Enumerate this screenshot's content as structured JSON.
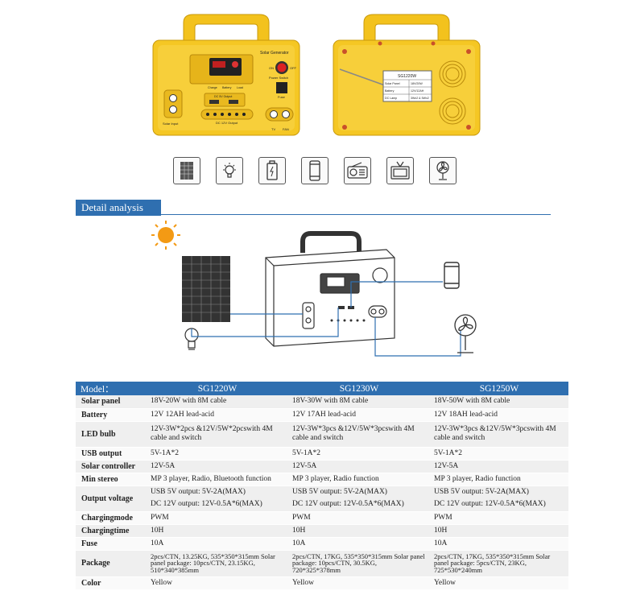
{
  "front_unit": {
    "brand_label": "Solar Generator",
    "power_switch_label": "Power Switch",
    "on_label": "ON",
    "off_label": "OFF",
    "fuse_label": "Fuse",
    "usb_label": "DC 5V Output",
    "dc_label": "DC 12V Output",
    "solar_input_label": "Solar Input",
    "tv_label": "TV",
    "fan_label": "FAN",
    "indicator_labels": [
      "Charge",
      "Battery",
      "Load"
    ]
  },
  "back_unit": {
    "plate_title": "SG1220W",
    "plate_rows": [
      [
        "Solar Panel",
        "18V/20W"
      ],
      [
        "Battery",
        "12V/12AH"
      ],
      [
        "DC Lamp",
        "3Wx2 & 5Wx2"
      ]
    ]
  },
  "feature_icons": [
    "solar-panel-icon",
    "bulb-icon",
    "battery-icon",
    "phone-icon",
    "radio-icon",
    "tv-icon",
    "fan-icon"
  ],
  "section_title": "Detail analysis",
  "table": {
    "headers": [
      "Model：",
      "SG1220W",
      "SG1230W",
      "SG1250W"
    ],
    "rows": [
      {
        "label": "Solar panel",
        "cells": [
          "18V-20W with 8M cable",
          "18V-30W with 8M cable",
          "18V-50W with 8M cable"
        ]
      },
      {
        "label": "Battery",
        "cells": [
          "12V 12AH lead-acid",
          "12V 17AH lead-acid",
          "12V 18AH lead-acid"
        ]
      },
      {
        "label": "LED bulb",
        "cells": [
          "12V-3W*2pcs &12V/5W*2pcswith 4M cable and switch",
          "12V-3W*3pcs &12V/5W*3pcswith 4M cable and switch",
          "12V-3W*3pcs &12V/5W*3pcswith 4M cable and switch"
        ]
      },
      {
        "label": "USB output",
        "cells": [
          "5V-1A*2",
          "5V-1A*2",
          "5V-1A*2"
        ]
      },
      {
        "label": "Solar controller",
        "cells": [
          "12V-5A",
          "12V-5A",
          "12V-5A"
        ]
      },
      {
        "label": "Min stereo",
        "cells": [
          "MP 3 player, Radio, Bluetooth function",
          "MP 3 player, Radio function",
          "MP 3 player, Radio function"
        ]
      },
      {
        "label": "Output voltage",
        "cells": [
          "USB 5V output: 5V-2A(MAX)",
          "USB 5V output: 5V-2A(MAX)",
          "USB 5V output: 5V-2A(MAX)"
        ],
        "cells2": [
          "DC 12V output: 12V-0.5A*6(MAX)",
          "DC 12V output: 12V-0.5A*6(MAX)",
          "DC 12V output: 12V-0.5A*6(MAX)"
        ]
      },
      {
        "label": "Chargingmode",
        "cells": [
          "PWM",
          "PWM",
          "PWM"
        ]
      },
      {
        "label": "Chargingtime",
        "cells": [
          "10H",
          "10H",
          "10H"
        ]
      },
      {
        "label": "Fuse",
        "cells": [
          "10A",
          "10A",
          "10A"
        ]
      },
      {
        "label": "Package",
        "cells": [
          "2pcs/CTN, 13.25KG, 535*350*315mm Solar panel package: 10pcs/CTN, 23.15KG, 510*340*385mm",
          "2pcs/CTN, 17KG, 535*350*315mm Solar panel package: 10pcs/CTN, 30.5KG, 720*325*378mm",
          "2pcs/CTN, 17KG, 535*350*315mm Solar panel package: 5pcs/CTN, 23KG, 725*530*240mm"
        ]
      },
      {
        "label": "Color",
        "cells": [
          "Yellow",
          "Yellow",
          "Yellow"
        ]
      }
    ]
  }
}
